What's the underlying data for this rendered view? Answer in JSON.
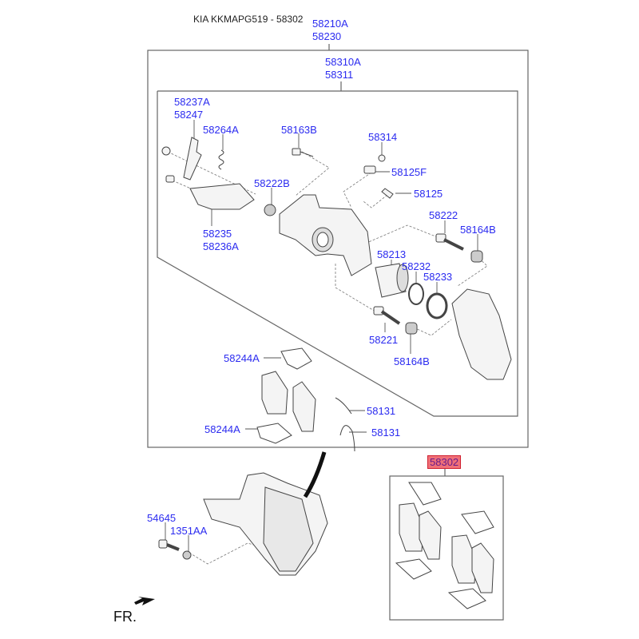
{
  "title": "KIA KKMAPG519 - 58302",
  "direction_label": "FR.",
  "colors": {
    "label": "#2b2bf0",
    "highlight_bg": "#f07078",
    "highlight_text": "#6a1a8a",
    "line": "#555555"
  },
  "labels": {
    "l58210A": "58210A",
    "l58230": "58230",
    "l58310A": "58310A",
    "l58311": "58311",
    "l58237A": "58237A",
    "l58247": "58247",
    "l58264A": "58264A",
    "l58163B": "58163B",
    "l58314": "58314",
    "l58125F": "58125F",
    "l58125": "58125",
    "l58222B": "58222B",
    "l58222": "58222",
    "l58164B_top": "58164B",
    "l58235": "58235",
    "l58236A": "58236A",
    "l58213": "58213",
    "l58232": "58232",
    "l58233": "58233",
    "l58221": "58221",
    "l58164B_bot": "58164B",
    "l58244A_top": "58244A",
    "l58244A_bot": "58244A",
    "l58131_top": "58131",
    "l58131_bot": "58131",
    "l54645": "54645",
    "l1351AA": "1351AA",
    "l58302": "58302"
  },
  "highlighted_part": "58302"
}
